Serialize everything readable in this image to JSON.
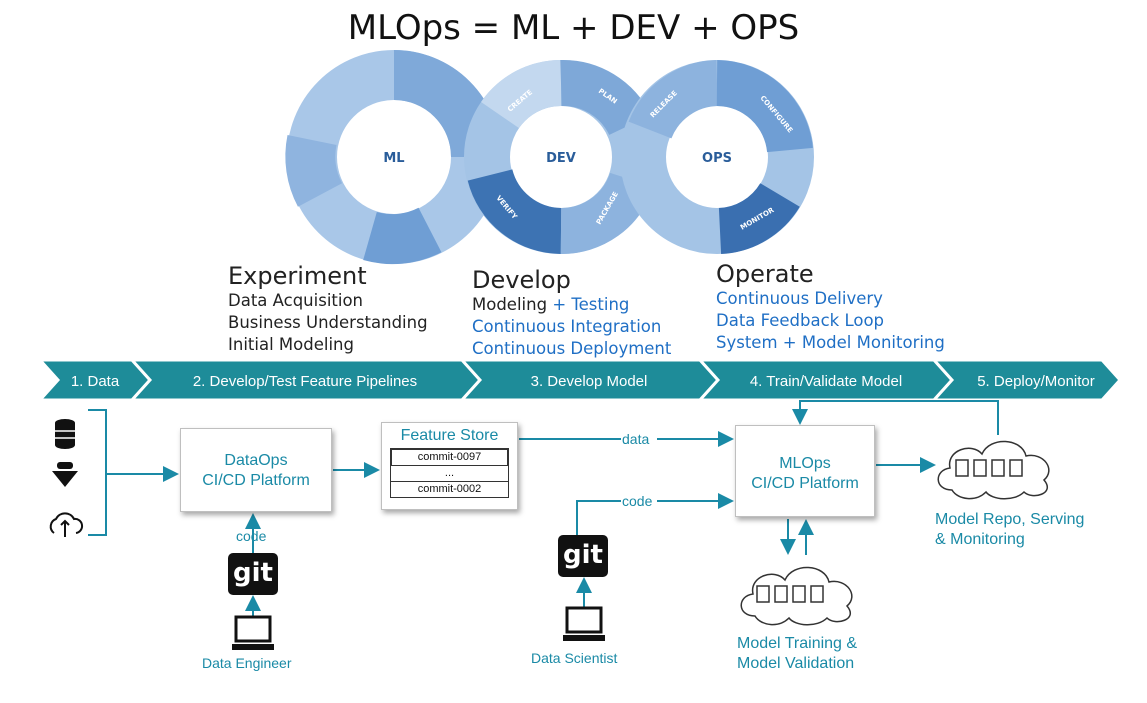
{
  "title": "MLOps = ML + DEV + OPS",
  "loops": {
    "ml": "ML",
    "dev": "DEV",
    "ops": "OPS",
    "segments": [
      "CREATE",
      "PLAN",
      "VERIFY",
      "PACKAGE",
      "RELEASE",
      "CONFIGURE",
      "MONITOR"
    ]
  },
  "phases": {
    "experiment": {
      "heading": "Experiment",
      "lines": [
        "Data Acquisition",
        "Business Understanding",
        "Initial Modeling"
      ]
    },
    "develop": {
      "heading": "Develop",
      "line1_a": "Modeling",
      "line1_b": "+ Testing",
      "lines": [
        "Continuous Integration",
        "Continuous Deployment"
      ]
    },
    "operate": {
      "heading": "Operate",
      "lines": [
        "Continuous Delivery",
        "Data Feedback Loop",
        "System + Model Monitoring"
      ]
    }
  },
  "pipeline_steps": [
    "1. Data",
    "2. Develop/Test Feature Pipelines",
    "3. Develop Model",
    "4. Train/Validate Model",
    "5. Deploy/Monitor"
  ],
  "nodes": {
    "dataops": [
      "DataOps",
      "CI/CD Platform"
    ],
    "feature_store": {
      "title": "Feature Store",
      "rows": [
        "commit-0097",
        "...",
        "commit-0002"
      ]
    },
    "mlops": [
      "MLOps",
      "CI/CD Platform"
    ],
    "git_text": "git",
    "code_label": "code",
    "data_label": "data",
    "data_engineer": "Data Engineer",
    "data_scientist": "Data Scientist",
    "model_repo": [
      "Model Repo, Serving",
      "& Monitoring"
    ],
    "model_training": [
      "Model Training &",
      "Model Validation"
    ]
  },
  "icon_names": [
    "database-icon",
    "data-funnel-icon",
    "cloud-sync-icon",
    "computer-icon",
    "server-icon"
  ],
  "colors": {
    "teal": "#1a8aa6",
    "chevron": "#1e8c99",
    "loop_dark": "#3a6fb0",
    "loop_mid": "#5f92c9",
    "loop_light": "#a4c4e6",
    "blue_text": "#1f6fc5"
  }
}
